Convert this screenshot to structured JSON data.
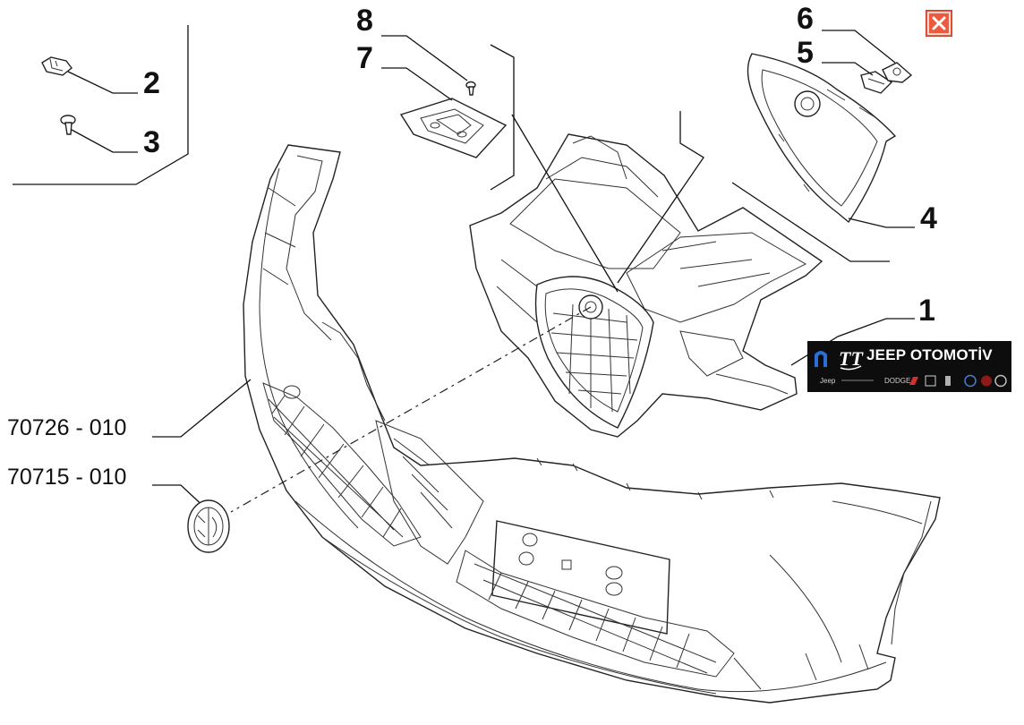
{
  "diagram": {
    "callouts": [
      "1",
      "2",
      "3",
      "4",
      "5",
      "6",
      "7",
      "8"
    ],
    "part_codes": [
      "70726 - 010",
      "70715 - 010"
    ]
  },
  "banner": {
    "brand_text": "JEEP OTOMOTİV",
    "logo_text": "TT",
    "badge_labels": [
      "Jeep",
      "DODGE"
    ]
  },
  "colors": {
    "close_button": "#ee5a3d",
    "banner_background": "#0d0d0d",
    "line_art": "#222222"
  },
  "icons": {
    "close": "close-icon",
    "mopar": "mopar-icon",
    "brand_logo": "tt-logo-icon"
  }
}
